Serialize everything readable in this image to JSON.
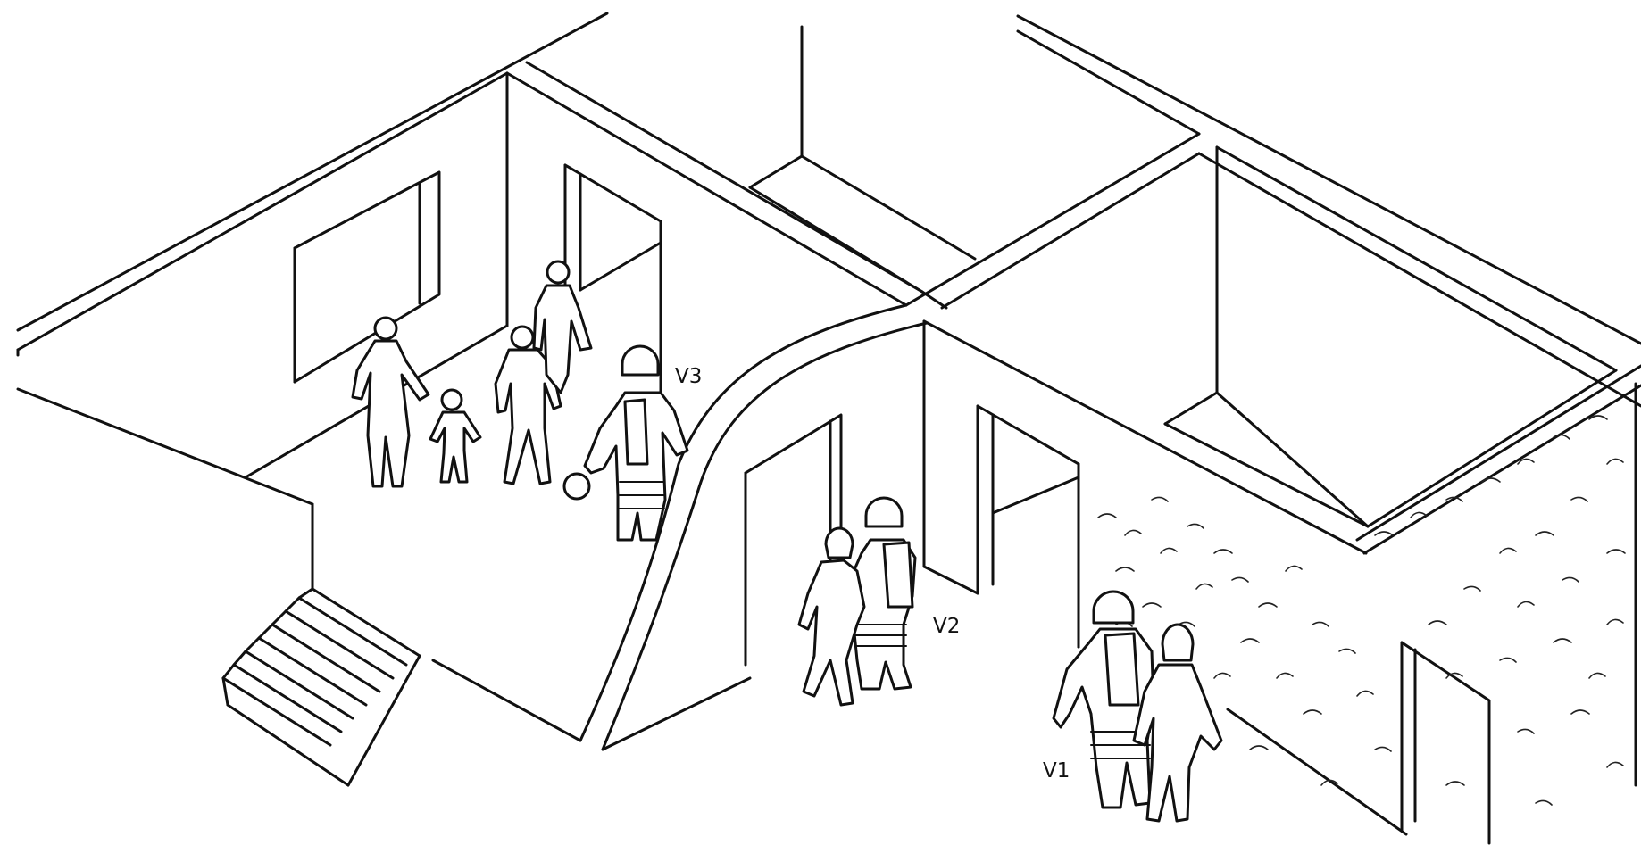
{
  "labels": {
    "v1": "V1",
    "v2": "V2",
    "v3": "V3"
  },
  "colors": {
    "line": "#111111",
    "background": "#ffffff"
  }
}
